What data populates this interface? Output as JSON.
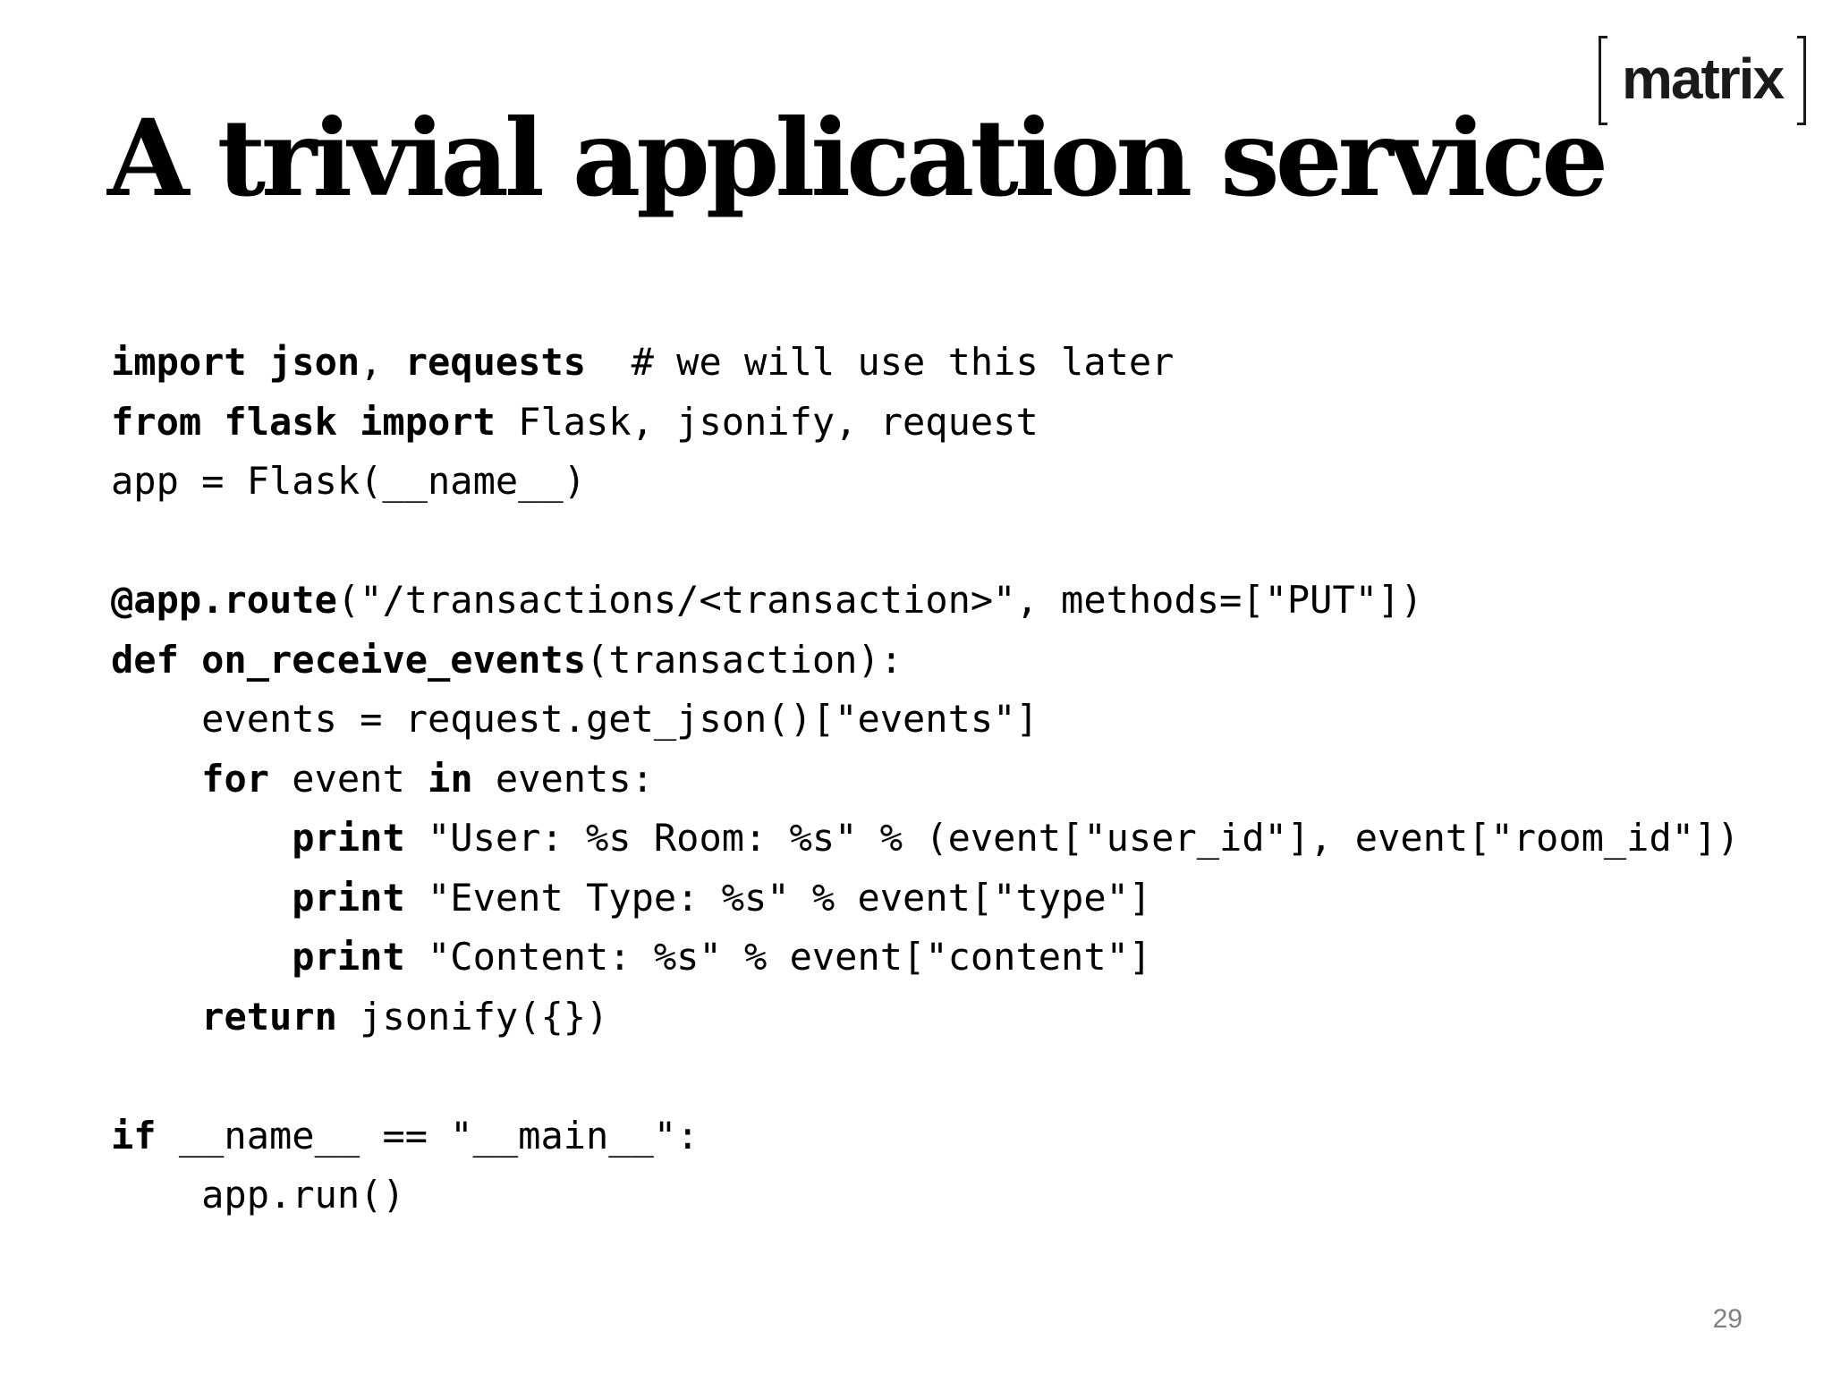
{
  "logo": {
    "text": "matrix"
  },
  "title": "A trivial application service",
  "code_lines": [
    [
      {
        "t": "import json",
        "b": true
      },
      {
        "t": ", ",
        "b": false
      },
      {
        "t": "requests",
        "b": true
      },
      {
        "t": "  # we will use this later",
        "b": false
      }
    ],
    [
      {
        "t": "from flask import",
        "b": true
      },
      {
        "t": " Flask, jsonify, request",
        "b": false
      }
    ],
    [
      {
        "t": "app = Flask(__name__)",
        "b": false
      }
    ],
    [],
    [
      {
        "t": "@app.route",
        "b": true
      },
      {
        "t": "(\"/transactions/<transaction>\", methods=[\"PUT\"])",
        "b": false
      }
    ],
    [
      {
        "t": "def on_receive_events",
        "b": true
      },
      {
        "t": "(transaction):",
        "b": false
      }
    ],
    [
      {
        "t": "    events = request.get_json()[\"events\"]",
        "b": false
      }
    ],
    [
      {
        "t": "    ",
        "b": false
      },
      {
        "t": "for",
        "b": true
      },
      {
        "t": " event ",
        "b": false
      },
      {
        "t": "in",
        "b": true
      },
      {
        "t": " events:",
        "b": false
      }
    ],
    [
      {
        "t": "        ",
        "b": false
      },
      {
        "t": "print",
        "b": true
      },
      {
        "t": " \"User: %s Room: %s\" % (event[\"user_id\"], event[\"room_id\"])",
        "b": false
      }
    ],
    [
      {
        "t": "        ",
        "b": false
      },
      {
        "t": "print",
        "b": true
      },
      {
        "t": " \"Event Type: %s\" % event[\"type\"]",
        "b": false
      }
    ],
    [
      {
        "t": "        ",
        "b": false
      },
      {
        "t": "print",
        "b": true
      },
      {
        "t": " \"Content: %s\" % event[\"content\"]",
        "b": false
      }
    ],
    [
      {
        "t": "    ",
        "b": false
      },
      {
        "t": "return",
        "b": true
      },
      {
        "t": " jsonify({})",
        "b": false
      }
    ],
    [],
    [
      {
        "t": "if",
        "b": true
      },
      {
        "t": " __name__ == \"__main__\":",
        "b": false
      }
    ],
    [
      {
        "t": "    app.run()",
        "b": false
      }
    ]
  ],
  "page_number": "29"
}
